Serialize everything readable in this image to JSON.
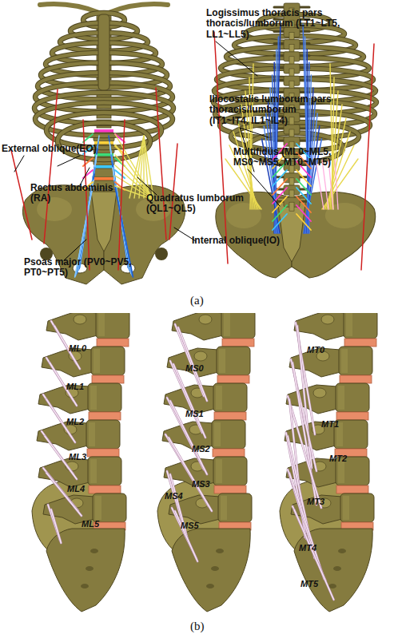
{
  "diagram": {
    "labels": [
      "Logissimus thoracis pars thoracis/lumborum (LT1~LT5, LL1~LL5)",
      "Iliocostalis lumborum pars thoracis/lumborum (IT1~IT4, IL1~IL4)",
      "External oblique(EO)",
      "Multifidus (ML0~ML5, MS0~MS5, MT0~MT5)",
      "Rectus abdominis (RA)",
      "Quadratus lumborum (QL1~QL5)",
      "Internal oblique(IO)",
      "Psoas major (PV0~PV5, PT0~PT5)",
      "(a)",
      "ML0",
      "ML1",
      "ML2",
      "ML3",
      "ML4",
      "ML5",
      "MS0",
      "MS1",
      "MS2",
      "MS3",
      "MS4",
      "MS5",
      "MT0",
      "MT1",
      "MT2",
      "MT3",
      "MT4",
      "MT5",
      "(b)"
    ]
  }
}
